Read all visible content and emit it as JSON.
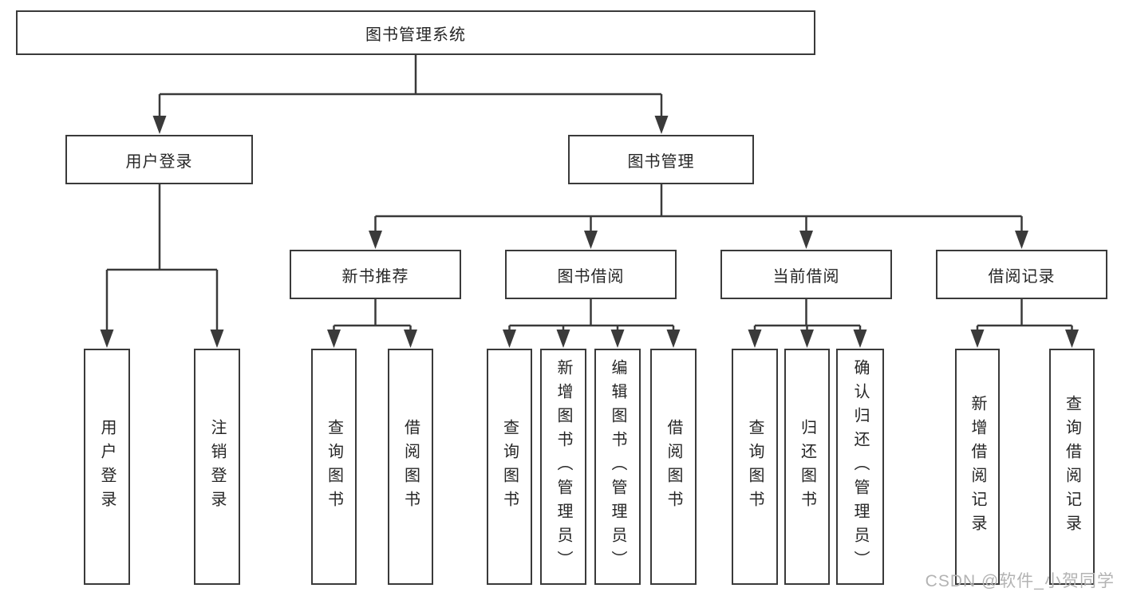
{
  "tree": {
    "label": "图书管理系统",
    "children": [
      {
        "label": "用户登录",
        "children": [
          {
            "label": "用户登录"
          },
          {
            "label": "注销登录"
          }
        ]
      },
      {
        "label": "图书管理",
        "children": [
          {
            "label": "新书推荐",
            "children": [
              {
                "label": "查询图书"
              },
              {
                "label": "借阅图书"
              }
            ]
          },
          {
            "label": "图书借阅",
            "children": [
              {
                "label": "查询图书"
              },
              {
                "label": "新增图书（管理员）"
              },
              {
                "label": "编辑图书（管理员）"
              },
              {
                "label": "借阅图书"
              }
            ]
          },
          {
            "label": "当前借阅",
            "children": [
              {
                "label": "查询图书"
              },
              {
                "label": "归还图书"
              },
              {
                "label": "确认归还（管理员）"
              }
            ]
          },
          {
            "label": "借阅记录",
            "children": [
              {
                "label": "新增借阅记录"
              },
              {
                "label": "查询借阅记录"
              }
            ]
          }
        ]
      }
    ]
  },
  "watermark": "CSDN @软件_小贺同学",
  "colors": {
    "line": "#3a3a3a",
    "box_border": "#3a3a3a",
    "box_fill": "#ffffff",
    "text": "#262626",
    "watermark": "#b3b3b3",
    "background": "#ffffff"
  }
}
